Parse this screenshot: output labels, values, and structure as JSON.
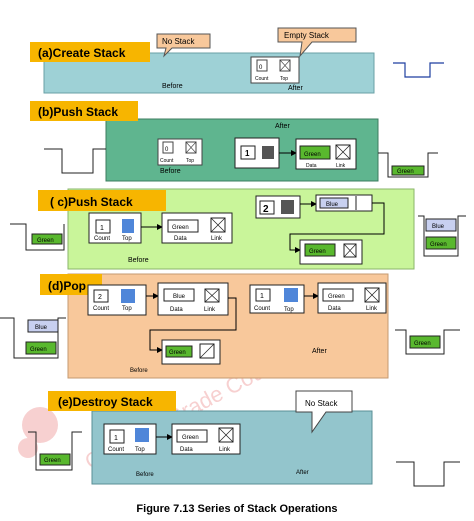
{
  "figure": {
    "caption": "Figure 7.13 Series of Stack Operations"
  },
  "watermark": {
    "text": "Gradeup Grade Course"
  },
  "common": {
    "before": "Before",
    "after": "After",
    "count": "Count",
    "top": "Top",
    "data": "Data",
    "link": "Link",
    "zero": "0",
    "one": "1",
    "two": "2",
    "green": "Green",
    "blue": "Blue"
  },
  "panels": {
    "a": {
      "title": "(a)Create Stack",
      "callout_left": "No Stack",
      "callout_right": "Empty Stack"
    },
    "b": {
      "title": "(b)Push Stack"
    },
    "c": {
      "title": "( c)Push Stack"
    },
    "d": {
      "title": "(d)Pop"
    },
    "e": {
      "title": "(e)Destroy Stack",
      "callout": "No Stack"
    }
  },
  "colors": {
    "title_bg": "#f7b500",
    "panel_a": "#9ed1d6",
    "panel_b": "#5fb58f",
    "panel_c": "#c9f59a",
    "panel_d": "#f8c89b",
    "panel_e": "#93c5cc",
    "green_node": "#59b82e",
    "blue_node": "#4f86d9",
    "blue_item": "#c8d0f0",
    "callout": "#f8c89b",
    "stack_line_blue": "#1e3fa0"
  }
}
